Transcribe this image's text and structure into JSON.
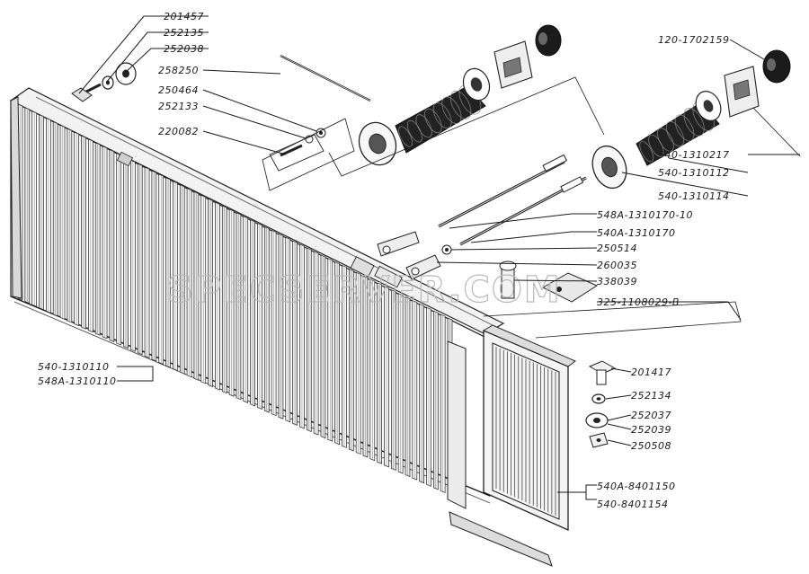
{
  "watermark": "SPECSERVER.COM",
  "callouts": [
    {
      "id": "201457",
      "text": "201457"
    },
    {
      "id": "252135",
      "text": "252135"
    },
    {
      "id": "252038",
      "text": "252038"
    },
    {
      "id": "258250",
      "text": "258250"
    },
    {
      "id": "250464",
      "text": "250464"
    },
    {
      "id": "252133",
      "text": "252133"
    },
    {
      "id": "220082",
      "text": "220082"
    },
    {
      "id": "120-1702159",
      "text": "120-1702159"
    },
    {
      "id": "540-1310217",
      "text": "540-1310217"
    },
    {
      "id": "540-1310112",
      "text": "540-1310112"
    },
    {
      "id": "540-1310114",
      "text": "540-1310114"
    },
    {
      "id": "548A-1310170-10",
      "text": "548A-1310170-10"
    },
    {
      "id": "540A-1310170",
      "text": "540A-1310170"
    },
    {
      "id": "250514",
      "text": "250514"
    },
    {
      "id": "260035",
      "text": "260035"
    },
    {
      "id": "338039",
      "text": "338039"
    },
    {
      "id": "325-1108029-B",
      "text": "325-1108029-B"
    },
    {
      "id": "540-1310110",
      "text": "540-1310110"
    },
    {
      "id": "548A-1310110",
      "text": "548A-1310110"
    },
    {
      "id": "201417",
      "text": "201417"
    },
    {
      "id": "252134",
      "text": "252134"
    },
    {
      "id": "252037",
      "text": "252037"
    },
    {
      "id": "252039",
      "text": "252039"
    },
    {
      "id": "250508",
      "text": "250508"
    },
    {
      "id": "540A-8401150",
      "text": "540A-8401150"
    },
    {
      "id": "540-8401154",
      "text": "540-8401154"
    }
  ]
}
